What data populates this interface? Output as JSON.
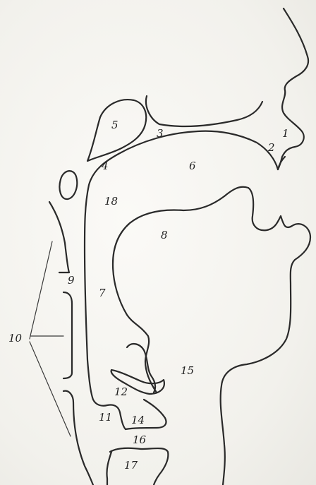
{
  "labels": {
    "l1": "1",
    "l2": "2",
    "l3": "3",
    "l4": "4",
    "l5": "5",
    "l6": "6",
    "l7": "7",
    "l8": "8",
    "l9": "9",
    "l10": "10",
    "l11": "11",
    "l12": "12",
    "l14": "14",
    "l15": "15",
    "l16": "16",
    "l17": "17",
    "l18": "18"
  }
}
